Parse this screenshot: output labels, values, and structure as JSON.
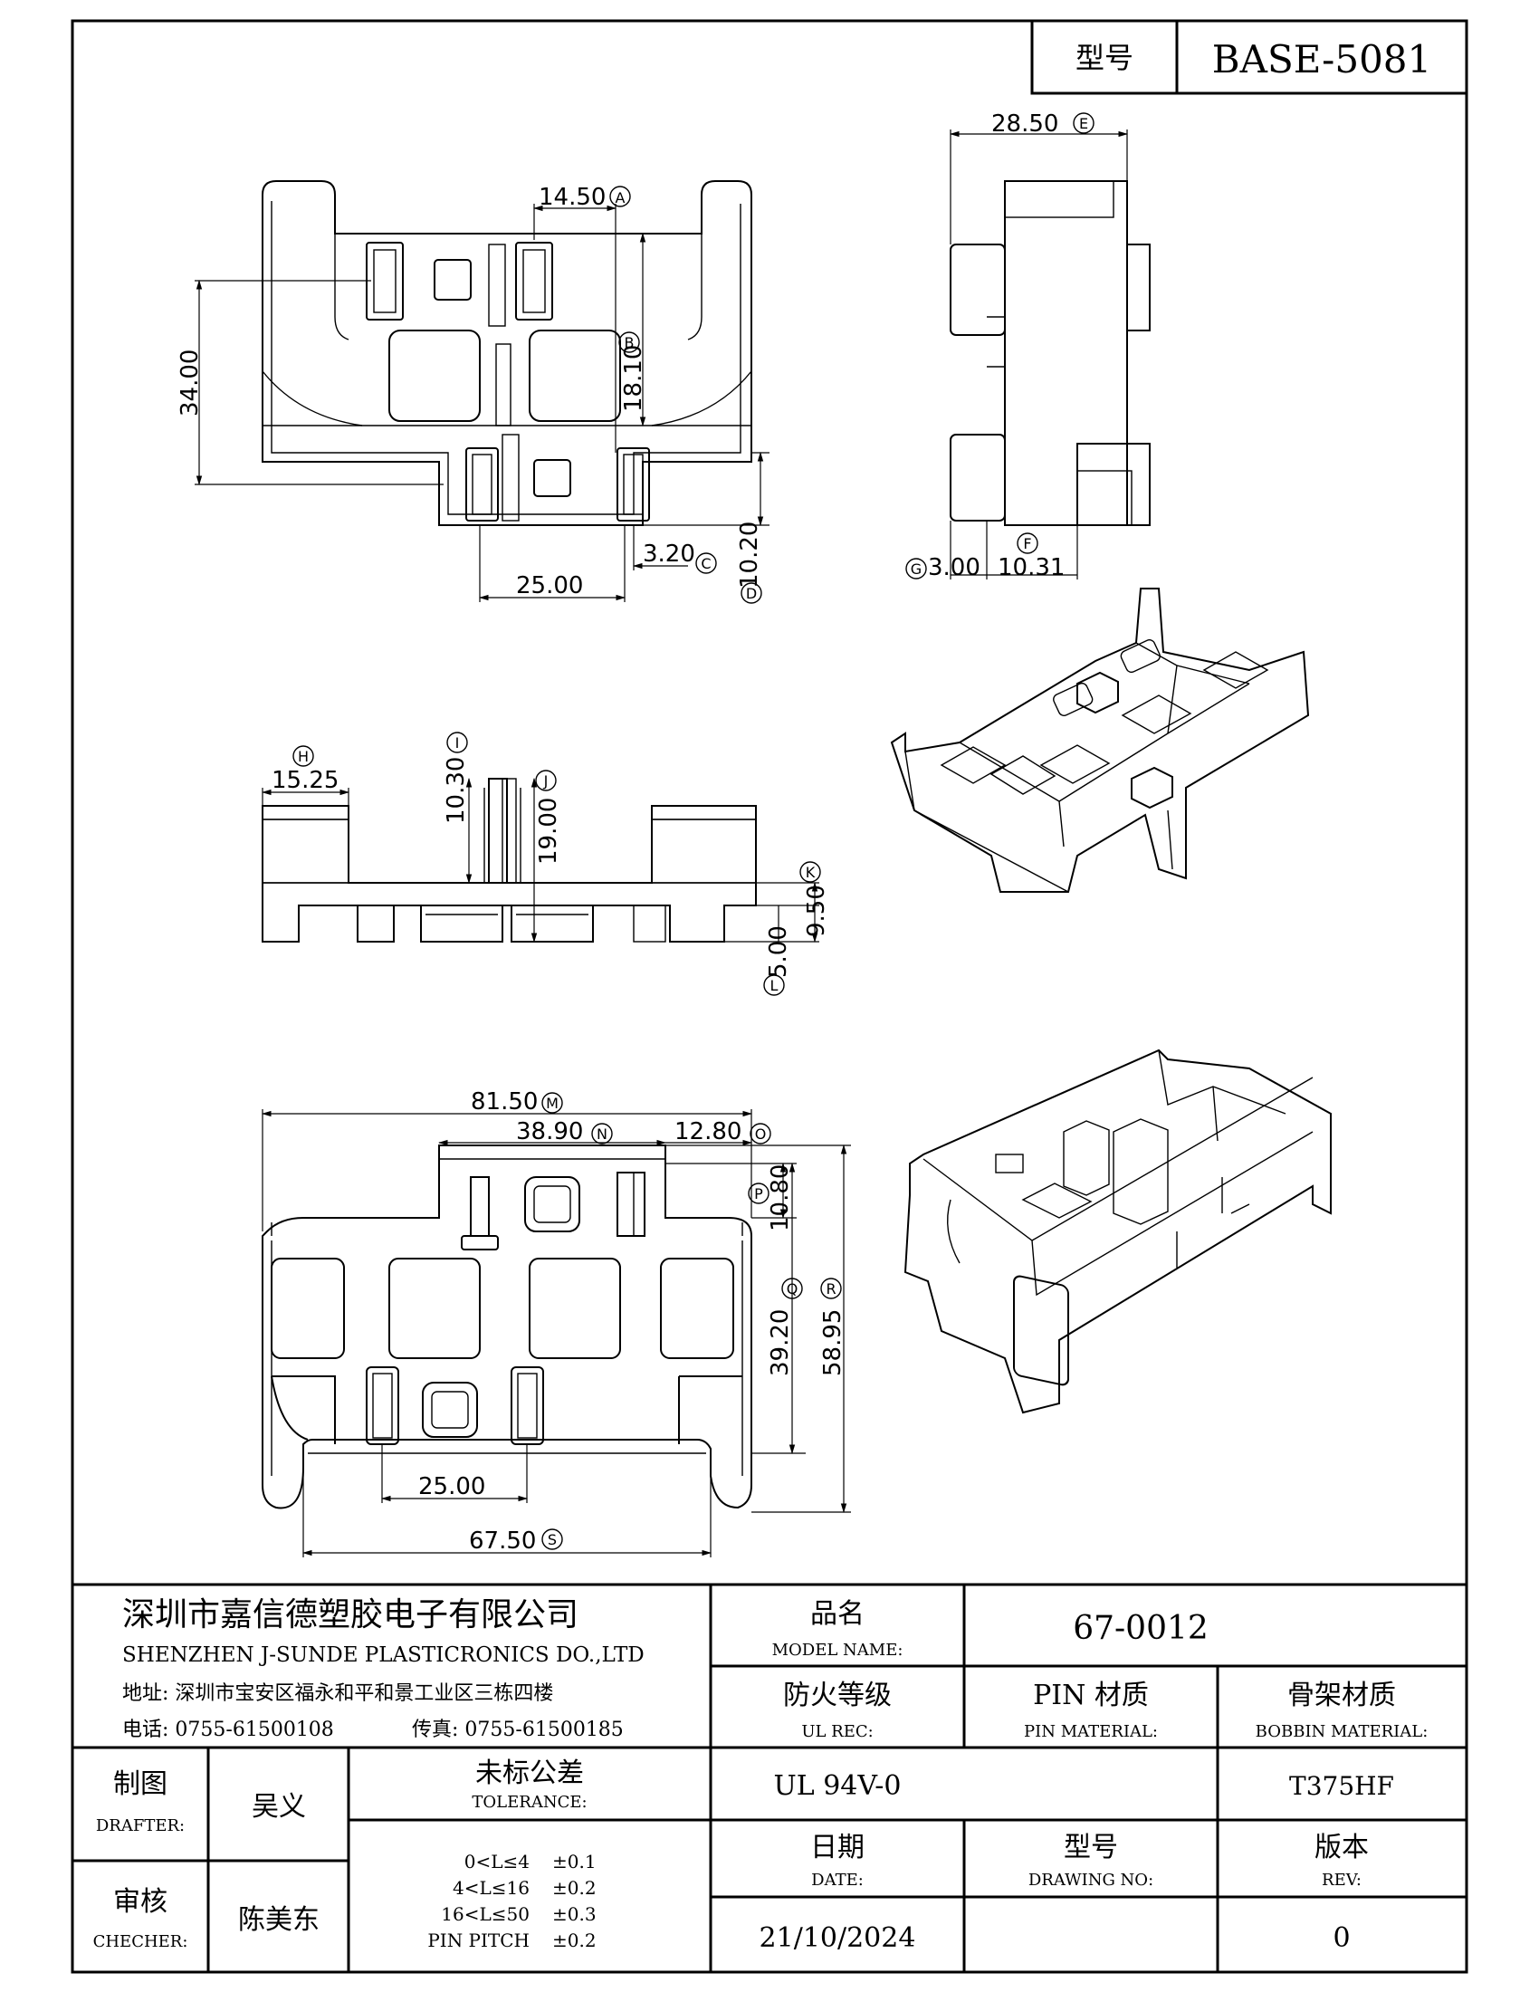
{
  "header": {
    "model_label": "型号",
    "model_value": "BASE-5081"
  },
  "dimensions": {
    "a": "14.50",
    "b": "18.10",
    "c_val": "3.20",
    "d_val": "10.20",
    "w34": "34.00",
    "w25_top": "25.00",
    "e": "28.50",
    "f_val": "10.31",
    "g_val": "3.00",
    "h": "15.25",
    "i_val": "10.30",
    "j_val": "19.00",
    "k_val": "9.50",
    "l_val": "5.00",
    "m": "81.50",
    "n": "38.90",
    "o": "12.80",
    "p_val": "10.80",
    "q_val": "39.20",
    "r_val": "58.95",
    "w25_bottom": "25.00",
    "s": "67.50"
  },
  "markers": {
    "a": "A",
    "b": "B",
    "c": "C",
    "d": "D",
    "e": "E",
    "f": "F",
    "g": "G",
    "h": "H",
    "i": "I",
    "j": "J",
    "k": "K",
    "l": "L",
    "m": "M",
    "n": "N",
    "o": "O",
    "p": "P",
    "q": "Q",
    "r": "R",
    "s": "S"
  },
  "title_block": {
    "company_cn": "深圳市嘉信德塑胶电子有限公司",
    "company_en": "SHENZHEN J-SUNDE PLASTICRONICS DO.,LTD",
    "address": "地址: 深圳市宝安区福永和平和景工业区三栋四楼",
    "phone": "电话: 0755-61500108",
    "fax": "传真: 0755-61500185",
    "product_name_cn": "品名",
    "product_name_en": "MODEL NAME:",
    "product_name_value": "67-0012",
    "ul_cn": "防火等级",
    "ul_en": "UL REC:",
    "ul_value": "UL 94V-0",
    "pin_cn": "PIN 材质",
    "pin_en": "PIN MATERIAL:",
    "pin_value": "",
    "bobbin_cn": "骨架材质",
    "bobbin_en": "BOBBIN MATERIAL:",
    "bobbin_value": "T375HF",
    "drafter_cn": "制图",
    "drafter_en": "DRAFTER:",
    "drafter_value": "吴义",
    "checker_cn": "审核",
    "checker_en": "CHECHER:",
    "checker_value": "陈美东",
    "tolerance_cn": "未标公差",
    "tolerance_en": "TOLERANCE:",
    "tolerance_rows": [
      {
        "range": "0<L≤4",
        "tol": "±0.1"
      },
      {
        "range": "4<L≤16",
        "tol": "±0.2"
      },
      {
        "range": "16<L≤50",
        "tol": "±0.3"
      },
      {
        "range": "PIN PITCH",
        "tol": "±0.2"
      }
    ],
    "date_cn": "日期",
    "date_en": "DATE:",
    "date_value": "21/10/2024",
    "drawing_no_cn": "型号",
    "drawing_no_en": "DRAWING NO:",
    "drawing_no_value": "",
    "rev_cn": "版本",
    "rev_en": "REV:",
    "rev_value": "0"
  }
}
